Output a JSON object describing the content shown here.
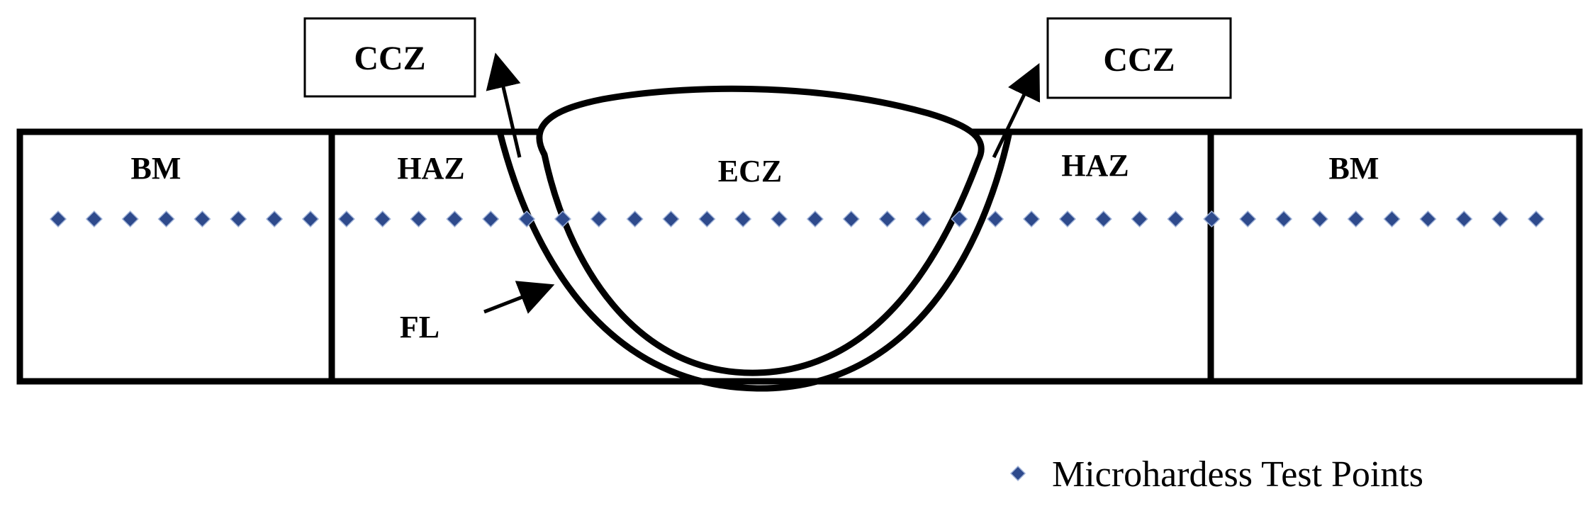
{
  "zones": {
    "bm_left": "BM",
    "haz_left": "HAZ",
    "ecz": "ECZ",
    "haz_right": "HAZ",
    "bm_right": "BM"
  },
  "callouts": {
    "ccz_left": "CCZ",
    "ccz_right": "CCZ",
    "fl": "FL"
  },
  "legend": {
    "label": "Microhardess Test Points",
    "marker_color": "#2e4a8c"
  },
  "test_points": {
    "count": 42
  },
  "colors": {
    "line": "#000000",
    "marker": "#2e4a8c",
    "marker_edge": "#9fb2d8"
  }
}
